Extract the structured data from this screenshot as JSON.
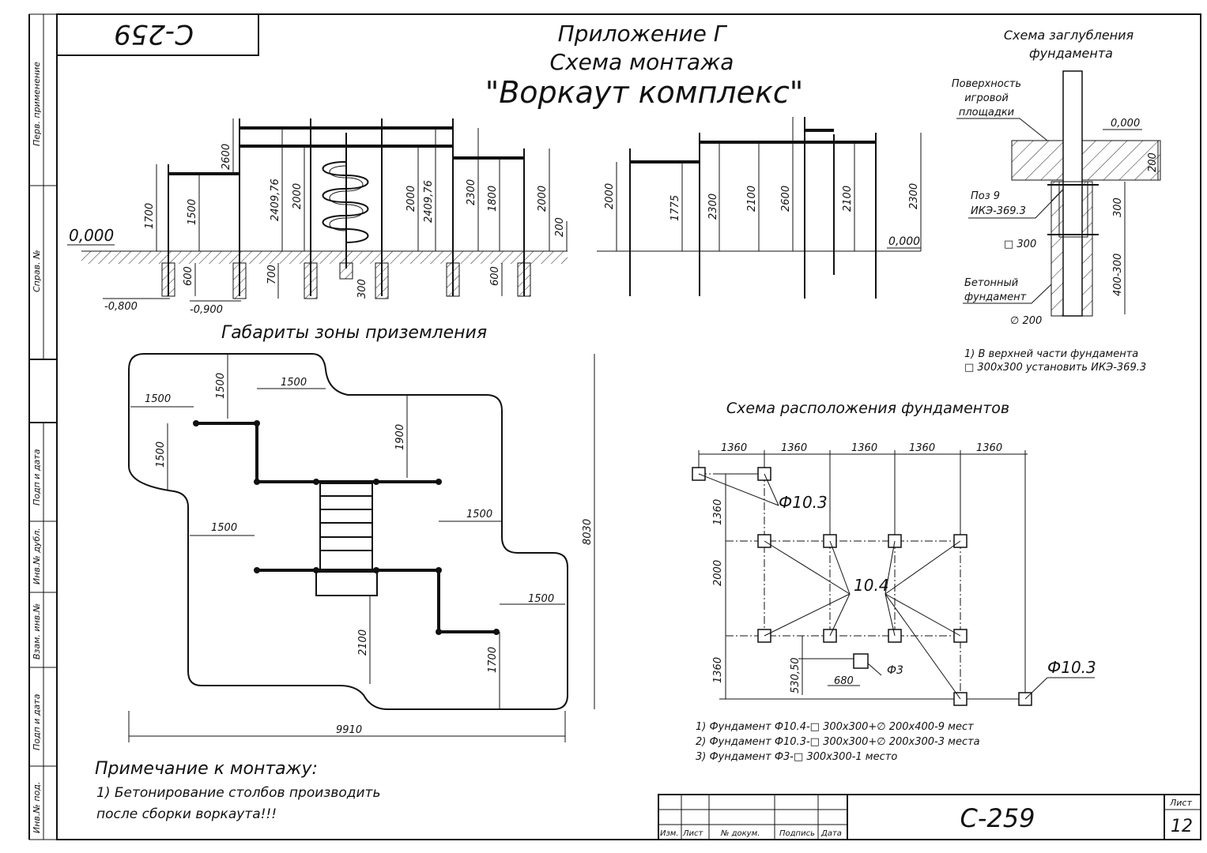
{
  "stamp_rotated": "С-259",
  "title": {
    "line1": "Приложение Г",
    "line2": "Схема монтажа",
    "line3": "\"Воркаут комплекс\""
  },
  "side_stamp": {
    "perv_primenenie": "Перв. применение",
    "sprav_no": "Справ. №",
    "podp_data_1": "Подп и дата",
    "inv_dubl": "Инв.№ дубл.",
    "vzam_inv": "Взам. инв.№",
    "podp_data_2": "Подп и дата",
    "inv_pod": "Инв.№ под."
  },
  "elevation_left": {
    "zero_label": "0,000",
    "dims": [
      "1700",
      "1500",
      "2600",
      "2409,76",
      "2000",
      "2000",
      "2409,76",
      "2300",
      "1800",
      "2000",
      "200",
      "600",
      "700",
      "300",
      "600"
    ],
    "minus_0800": "-0,800",
    "minus_0900": "-0,900"
  },
  "elevation_right": {
    "zero_label": "0,000",
    "dims": [
      "2000",
      "1775",
      "2300",
      "2100",
      "2600",
      "2100",
      "2300"
    ]
  },
  "depth_scheme": {
    "title_l1": "Схема заглубления",
    "title_l2": "фундамента",
    "surface_l1": "Поверхность",
    "surface_l2": "игровой",
    "surface_l3": "площадки",
    "zero": "0,000",
    "dim_200": "200",
    "dim_300": "300",
    "dim_400_300": "400-300",
    "poz_l1": "Поз 9",
    "poz_l2": "ИКЭ-369.3",
    "sq300": "□ 300",
    "concrete_l1": "Бетонный",
    "concrete_l2": "фундамент",
    "dia200": "∅ 200",
    "note_l1": "1) В верхней части фундамента",
    "note_l2": "□ 300х300 установить ИКЭ-369.3"
  },
  "landing_zone": {
    "title": "Габариты зоны приземления",
    "dims": {
      "d1500_top_v": "1500",
      "d1500_top_h": "1500",
      "d1500_left_h": "1500",
      "d1500_left_v": "1500",
      "d1900": "1900",
      "d1500_right": "1500",
      "d1500_mid_left": "1500",
      "d8030": "8030",
      "d1500_lower_right": "1500",
      "d2100": "2100",
      "d1700": "1700",
      "d9910": "9910"
    }
  },
  "foundation_layout": {
    "title": "Схема расположения фундаментов",
    "top_dims": [
      "1360",
      "1360",
      "1360",
      "1360",
      "1360"
    ],
    "left_dims": [
      "1360",
      "2000",
      "1360"
    ],
    "dim_530": "530,50",
    "dim_680": "680",
    "label_f103_top": "Ф10.3",
    "label_104": "10.4",
    "label_f3": "Ф3",
    "label_f103_bottom": "Ф10.3",
    "notes": [
      "1) Фундамент Ф10.4-□ 300х300+∅ 200х400-9 мест",
      "2) Фундамент Ф10.3-□ 300х300+∅ 200х300-3 места",
      "3) Фундамент Ф3-□ 300х300-1 место"
    ]
  },
  "mount_note": {
    "title": "Примечание к монтажу:",
    "line1": "1) Бетонирование столбов производить",
    "line2": "после сборки воркаута!!!"
  },
  "title_block": {
    "izm": "Изм.",
    "list": "Лист",
    "dokum": "№ докум.",
    "podpis": "Подпись",
    "data": "Дата",
    "code": "С-259",
    "list_label": "Лист",
    "list_no": "12"
  }
}
